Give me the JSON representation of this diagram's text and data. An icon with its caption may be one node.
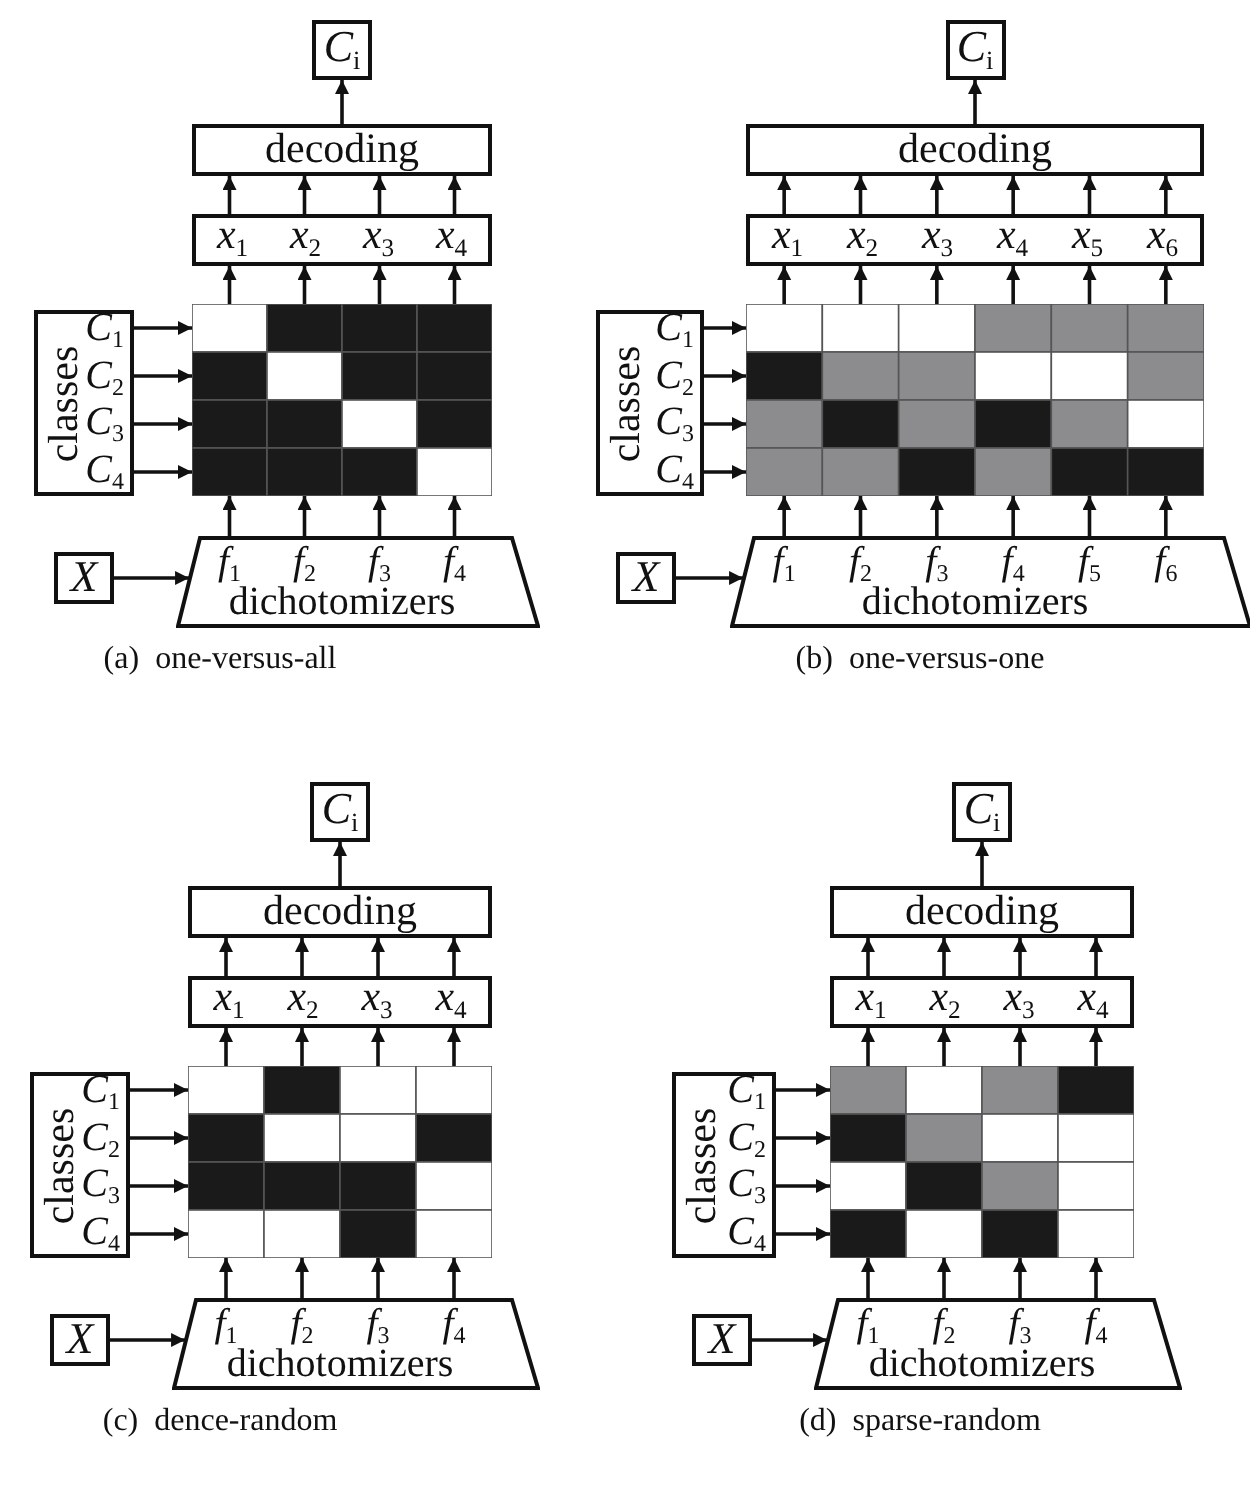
{
  "diagram": {
    "nodes": [
      {
        "text": [
          "*C*$_{i}$"
        ]
      },
      {
        "text": [
          "decoding"
        ]
      },
      {
        "text": [
          "*x*$_{1}$",
          "*x*$_{2}$",
          "*x*$_{3}$",
          "*x*$_{4}$"
        ]
      },
      {
        "text": [
          "classes",
          "*C*$_{1}$",
          "*C*$_{2}$",
          "*C*$_{3}$",
          "*C*$_{4}$"
        ]
      },
      {
        "text": [],
        "shape": "grid"
      },
      {
        "text": [
          "*X*"
        ]
      },
      {
        "text": [
          "*f*$_{1}$",
          "*f*$_{2}$",
          "*f*$_{3}$",
          "*f*$_{4}$",
          "dichotomizers"
        ]
      },
      {
        "text": [
          "*C*$_{i}$"
        ]
      },
      {
        "text": [
          "decoding"
        ]
      },
      {
        "text": [
          "*x*$_{1}$",
          "*x*$_{2}$",
          "*x*$_{3}$",
          "*x*$_{4}$",
          "*x*$_{5}$",
          "*x*$_{6}$"
        ]
      },
      {
        "text": [
          "classes",
          "*C*$_{1}$",
          "*C*$_{2}$",
          "*C*$_{3}$",
          "*C*$_{4}$"
        ]
      },
      {
        "text": [],
        "shape": "grid"
      },
      {
        "text": [
          "*X*"
        ]
      },
      {
        "text": [
          "*f*$_{1}$",
          "*f*$_{2}$",
          "*f*$_{3}$",
          "*f*$_{4}$",
          "*f*$_{5}$",
          "*f*$_{6}$",
          "dichotomizers"
        ]
      },
      {
        "text": [
          "*C*$_{i}$"
        ]
      },
      {
        "text": [
          "decoding"
        ]
      },
      {
        "text": [
          "*x*$_{1}$",
          "*x*$_{2}$",
          "*x*$_{3}$",
          "*x*$_{4}$"
        ]
      },
      {
        "text": [
          "classes",
          "*C*$_{1}$",
          "*C*$_{2}$",
          "*C*$_{3}$",
          "*C*$_{4}$"
        ]
      },
      {
        "text": [],
        "shape": "grid"
      },
      {
        "text": [
          "*X*"
        ]
      },
      {
        "text": [
          "*f*$_{1}$",
          "*f*$_{2}$",
          "*f*$_{3}$",
          "*f*$_{4}$",
          "dichotomizers"
        ]
      },
      {
        "text": [
          "*C*$_{i}$"
        ]
      },
      {
        "text": [
          "decoding"
        ]
      },
      {
        "text": [
          "*x*$_{1}$",
          "*x*$_{2}$",
          "*x*$_{3}$",
          "*x*$_{4}$"
        ]
      },
      {
        "text": [
          "classes",
          "*C*$_{1}$",
          "*C*$_{2}$",
          "*C*$_{3}$",
          "*C*$_{4}$"
        ]
      },
      {
        "text": [],
        "shape": "grid"
      },
      {
        "text": [
          "*X*"
        ]
      },
      {
        "text": [
          "*f*$_{1}$",
          "*f*$_{2}$",
          "*f*$_{3}$",
          "*f*$_{4}$",
          "dichotomizers"
        ]
      }
    ],
    "edges": [
      {
        "from": 5,
        "to": 6,
        "arrow": "to"
      },
      {
        "from": 6,
        "to": 4,
        "arrow": "to"
      },
      {
        "from": 6,
        "to": 4,
        "arrow": "to"
      },
      {
        "from": 6,
        "to": 4,
        "arrow": "to"
      },
      {
        "from": 6,
        "to": 4,
        "arrow": "to"
      },
      {
        "from": 3,
        "to": 4,
        "arrow": "to"
      },
      {
        "from": 3,
        "to": 4,
        "arrow": "to"
      },
      {
        "from": 3,
        "to": 4,
        "arrow": "to"
      },
      {
        "from": 3,
        "to": 4,
        "arrow": "to"
      },
      {
        "from": 4,
        "to": 2,
        "arrow": "to"
      },
      {
        "from": 4,
        "to": 2,
        "arrow": "to"
      },
      {
        "from": 4,
        "to": 2,
        "arrow": "to"
      },
      {
        "from": 4,
        "to": 2,
        "arrow": "to"
      },
      {
        "from": 2,
        "to": 1,
        "arrow": "to"
      },
      {
        "from": 2,
        "to": 1,
        "arrow": "to"
      },
      {
        "from": 2,
        "to": 1,
        "arrow": "to"
      },
      {
        "from": 2,
        "to": 1,
        "arrow": "to"
      },
      {
        "from": 1,
        "to": 0,
        "arrow": "to"
      },
      {
        "from": 12,
        "to": 13,
        "arrow": "to"
      },
      {
        "from": 13,
        "to": 11,
        "arrow": "to"
      },
      {
        "from": 13,
        "to": 11,
        "arrow": "to"
      },
      {
        "from": 13,
        "to": 11,
        "arrow": "to"
      },
      {
        "from": 13,
        "to": 11,
        "arrow": "to"
      },
      {
        "from": 13,
        "to": 11,
        "arrow": "to"
      },
      {
        "from": 13,
        "to": 11,
        "arrow": "to"
      },
      {
        "from": 10,
        "to": 11,
        "arrow": "to"
      },
      {
        "from": 10,
        "to": 11,
        "arrow": "to"
      },
      {
        "from": 10,
        "to": 11,
        "arrow": "to"
      },
      {
        "from": 10,
        "to": 11,
        "arrow": "to"
      },
      {
        "from": 11,
        "to": 9,
        "arrow": "to"
      },
      {
        "from": 11,
        "to": 9,
        "arrow": "to"
      },
      {
        "from": 11,
        "to": 9,
        "arrow": "to"
      },
      {
        "from": 11,
        "to": 9,
        "arrow": "to"
      },
      {
        "from": 11,
        "to": 9,
        "arrow": "to"
      },
      {
        "from": 11,
        "to": 9,
        "arrow": "to"
      },
      {
        "from": 9,
        "to": 8,
        "arrow": "to"
      },
      {
        "from": 9,
        "to": 8,
        "arrow": "to"
      },
      {
        "from": 9,
        "to": 8,
        "arrow": "to"
      },
      {
        "from": 9,
        "to": 8,
        "arrow": "to"
      },
      {
        "from": 9,
        "to": 8,
        "arrow": "to"
      },
      {
        "from": 9,
        "to": 8,
        "arrow": "to"
      },
      {
        "from": 8,
        "to": 7,
        "arrow": "to"
      },
      {
        "from": 19,
        "to": 20,
        "arrow": "to"
      },
      {
        "from": 20,
        "to": 18,
        "arrow": "to"
      },
      {
        "from": 20,
        "to": 18,
        "arrow": "to"
      },
      {
        "from": 20,
        "to": 18,
        "arrow": "to"
      },
      {
        "from": 20,
        "to": 18,
        "arrow": "to"
      },
      {
        "from": 17,
        "to": 18,
        "arrow": "to"
      },
      {
        "from": 17,
        "to": 18,
        "arrow": "to"
      },
      {
        "from": 17,
        "to": 18,
        "arrow": "to"
      },
      {
        "from": 17,
        "to": 18,
        "arrow": "to"
      },
      {
        "from": 18,
        "to": 16,
        "arrow": "to"
      },
      {
        "from": 18,
        "to": 16,
        "arrow": "to"
      },
      {
        "from": 18,
        "to": 16,
        "arrow": "to"
      },
      {
        "from": 18,
        "to": 16,
        "arrow": "to"
      },
      {
        "from": 16,
        "to": 15,
        "arrow": "to"
      },
      {
        "from": 16,
        "to": 15,
        "arrow": "to"
      },
      {
        "from": 16,
        "to": 15,
        "arrow": "to"
      },
      {
        "from": 16,
        "to": 15,
        "arrow": "to"
      },
      {
        "from": 15,
        "to": 14,
        "arrow": "to"
      },
      {
        "from": 26,
        "to": 27,
        "arrow": "to"
      },
      {
        "from": 27,
        "to": 25,
        "arrow": "to"
      },
      {
        "from": 27,
        "to": 25,
        "arrow": "to"
      },
      {
        "from": 27,
        "to": 25,
        "arrow": "to"
      },
      {
        "from": 27,
        "to": 25,
        "arrow": "to"
      },
      {
        "from": 24,
        "to": 25,
        "arrow": "to"
      },
      {
        "from": 24,
        "to": 25,
        "arrow": "to"
      },
      {
        "from": 24,
        "to": 25,
        "arrow": "to"
      },
      {
        "from": 24,
        "to": 25,
        "arrow": "to"
      },
      {
        "from": 25,
        "to": 23,
        "arrow": "to"
      },
      {
        "from": 25,
        "to": 23,
        "arrow": "to"
      },
      {
        "from": 25,
        "to": 23,
        "arrow": "to"
      },
      {
        "from": 25,
        "to": 23,
        "arrow": "to"
      },
      {
        "from": 23,
        "to": 22,
        "arrow": "to"
      },
      {
        "from": 23,
        "to": 22,
        "arrow": "to"
      },
      {
        "from": 23,
        "to": 22,
        "arrow": "to"
      },
      {
        "from": 23,
        "to": 22,
        "arrow": "to"
      },
      {
        "from": 22,
        "to": 21,
        "arrow": "to"
      }
    ],
    "labels": [
      "(a)  one-versus-all",
      "(b)  one-versus-one",
      "(c)  dence-random",
      "(d)  sparse-random"
    ]
  }
}
